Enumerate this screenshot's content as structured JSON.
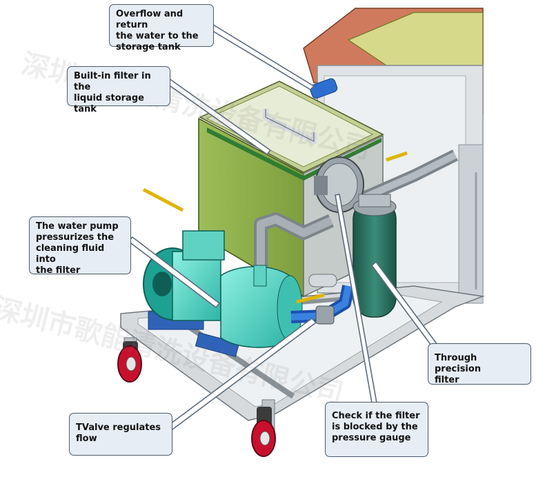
{
  "callouts": {
    "overflow": "Overflow and return\nthe water to the\nstorage tank",
    "builtin_filter": "Built-in filter in the\nliquid storage tank",
    "water_pump": "The water pump\npressurizes the\ncleaning fluid into\nthe filter",
    "precision_filter": "Through precision\nfilter",
    "pressure_gauge": "Check if the filter\nis blocked by the\npressure gauge",
    "tvalve": "TValve regulates\nflow"
  },
  "watermark": "深圳市歌能清洗设备有限公司",
  "colors": {
    "callout_bg": "#e6edf4",
    "callout_border": "#4c5a6b",
    "tank_green": "#8fb04a",
    "pump_cyan": "#5fd2c4",
    "pipe_blue": "#2d6fd1",
    "wheel_red": "#c8102e",
    "frame_gray": "#bfc4c8",
    "filter_green": "#2a6e5e"
  }
}
